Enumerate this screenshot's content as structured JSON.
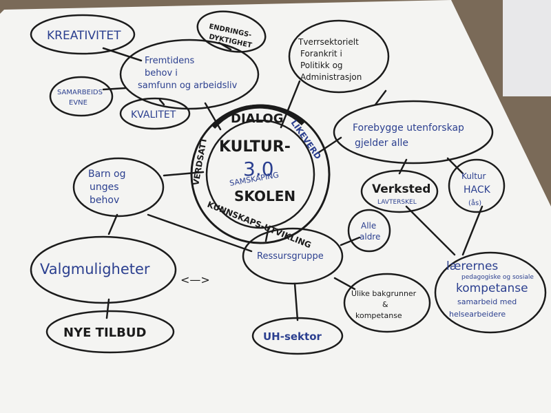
{
  "center": {
    "line1": "KULTUR-",
    "version": "3.0",
    "line2": "SAMSKAPING",
    "line3": "SKOLEN",
    "ring_top": "DIALOG",
    "ring_left": "VERDSATT",
    "ring_right": "LIKEVERD",
    "ring_bottom": "KUNNSKAPS-UTVIKLING"
  },
  "nodes": {
    "kreativitet": "KREATIVITET",
    "endringsdyktighet_1": "ENDRINGS-",
    "endringsdyktighet_2": "DYKTIGHET",
    "fremtidens_1": "Fremtidens",
    "fremtidens_2": "behov i",
    "fremtidens_3": "samfunn og arbeidsliv",
    "samarbeidsevne_1": "SAMARBEIDS",
    "samarbeidsevne_2": "EVNE",
    "kvalitet": "KVALITET",
    "tverrsektorielt_1": "Tverrsektorielt",
    "tverrsektorielt_2": "Forankrit i",
    "tverrsektorielt_3": "Politikk og",
    "tverrsektorielt_4": "Administrasjon",
    "forebygge_1": "Forebygge utenforskap",
    "forebygge_2": "gjelder alle",
    "verksted_1": "Verksted",
    "verksted_2": "LAVTERSKEL",
    "kulturhack_1": "Kultur",
    "kulturhack_2": "HACK",
    "kulturhack_3": "(ås)",
    "barn_1": "Barn og",
    "barn_2": "unges",
    "barn_3": "behov",
    "valgmuligheter": "Valgmuligheter",
    "arrows": "<—>",
    "nye_tilbud": "NYE TILBUD",
    "ressursgruppe": "Ressursgruppe",
    "alle_aldre_1": "Alle",
    "alle_aldre_2": "aldre",
    "ulike_1": "Ulike bakgrunner",
    "ulike_2": "&",
    "ulike_3": "kompetanse",
    "uh_sektor": "UH-sektor",
    "laerernes_1": "lærernes",
    "laerernes_2": "pedagogiske og sosiale",
    "laerernes_3": "kompetanse",
    "laerernes_4": "samarbeid med",
    "laerernes_5": "helsearbeidere"
  },
  "colors": {
    "ink_blue": "#2b3f8f",
    "ink_black": "#1b1b1b",
    "paper": "#f6f6f4",
    "table": "#7a6a58"
  }
}
